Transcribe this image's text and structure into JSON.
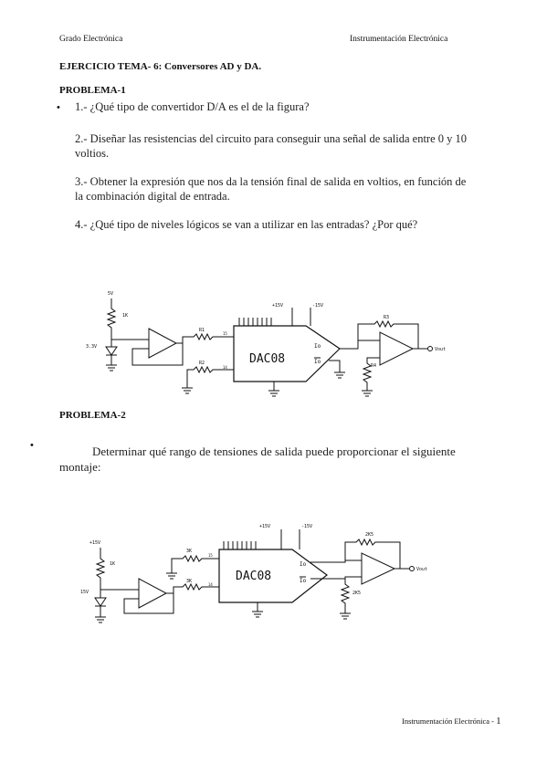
{
  "header": {
    "left": "Grado Electrónica",
    "right": "Instrumentación Electrónica"
  },
  "title": "EJERCICIO TEMA- 6: Conversores AD y DA.",
  "problem1": {
    "heading": "PROBLEMA-1",
    "bullet": "•",
    "questions": {
      "q1": "1.- ¿Qué tipo de convertidor D/A es el de la figura?",
      "q2": "2.- Diseñar las resistencias del circuito para conseguir una señal de salida entre 0 y 10 voltios.",
      "q3": "3.- Obtener la expresión que nos da la tensión final de salida en voltios, en función de la combinación digital de entrada.",
      "q4": "4.- ¿Qué tipo de niveles lógicos se van a utilizar en las entradas? ¿Por qué?"
    },
    "circuit": {
      "chip": "DAC08",
      "supply_top": "5V",
      "r1": "1K",
      "zener": "3.3V",
      "ra": "R1",
      "rb": "R2",
      "rf": "R3",
      "rg": "R4",
      "vplus": "+15V",
      "vminus": "-15V",
      "pin_a": "15",
      "pin_b": "14",
      "io": "Io",
      "io_bar": "Io",
      "vout": "Vout"
    }
  },
  "problem2": {
    "heading": "PROBLEMA-2",
    "bullet": "•",
    "text": "Determinar qué rango de tensiones de salida puede proporcionar el siguiente montaje:",
    "circuit": {
      "chip": "DAC08",
      "supply_top": "+15V",
      "r1": "1K",
      "zener": "15V",
      "ra": "3K",
      "rb": "3K",
      "rf": "2K5",
      "rg": "2K5",
      "vplus": "+15V",
      "vminus": "-15V",
      "pin_a": "15",
      "pin_b": "14",
      "io": "Io",
      "io_bar": "Io",
      "vout": "Vout"
    }
  },
  "footer": {
    "text": "Instrumentación Electrónica - ",
    "page": "1"
  }
}
